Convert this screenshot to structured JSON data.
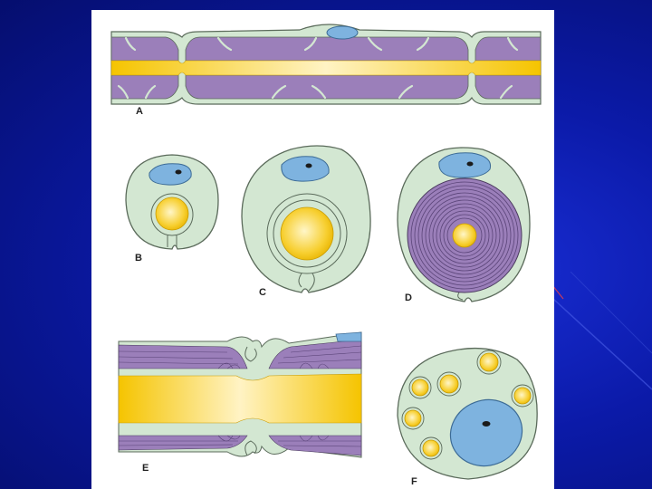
{
  "labels": {
    "a": "A",
    "b": "B",
    "c": "C",
    "d": "D",
    "e": "E",
    "f": "F"
  },
  "colors": {
    "background": "#0b1aa8",
    "cytoplasm": "#d3e7d2",
    "myelin": "#9b7fba",
    "axon": "#f5c620",
    "nucleus": "#7eb3df",
    "outline": "#5b6b5b"
  }
}
